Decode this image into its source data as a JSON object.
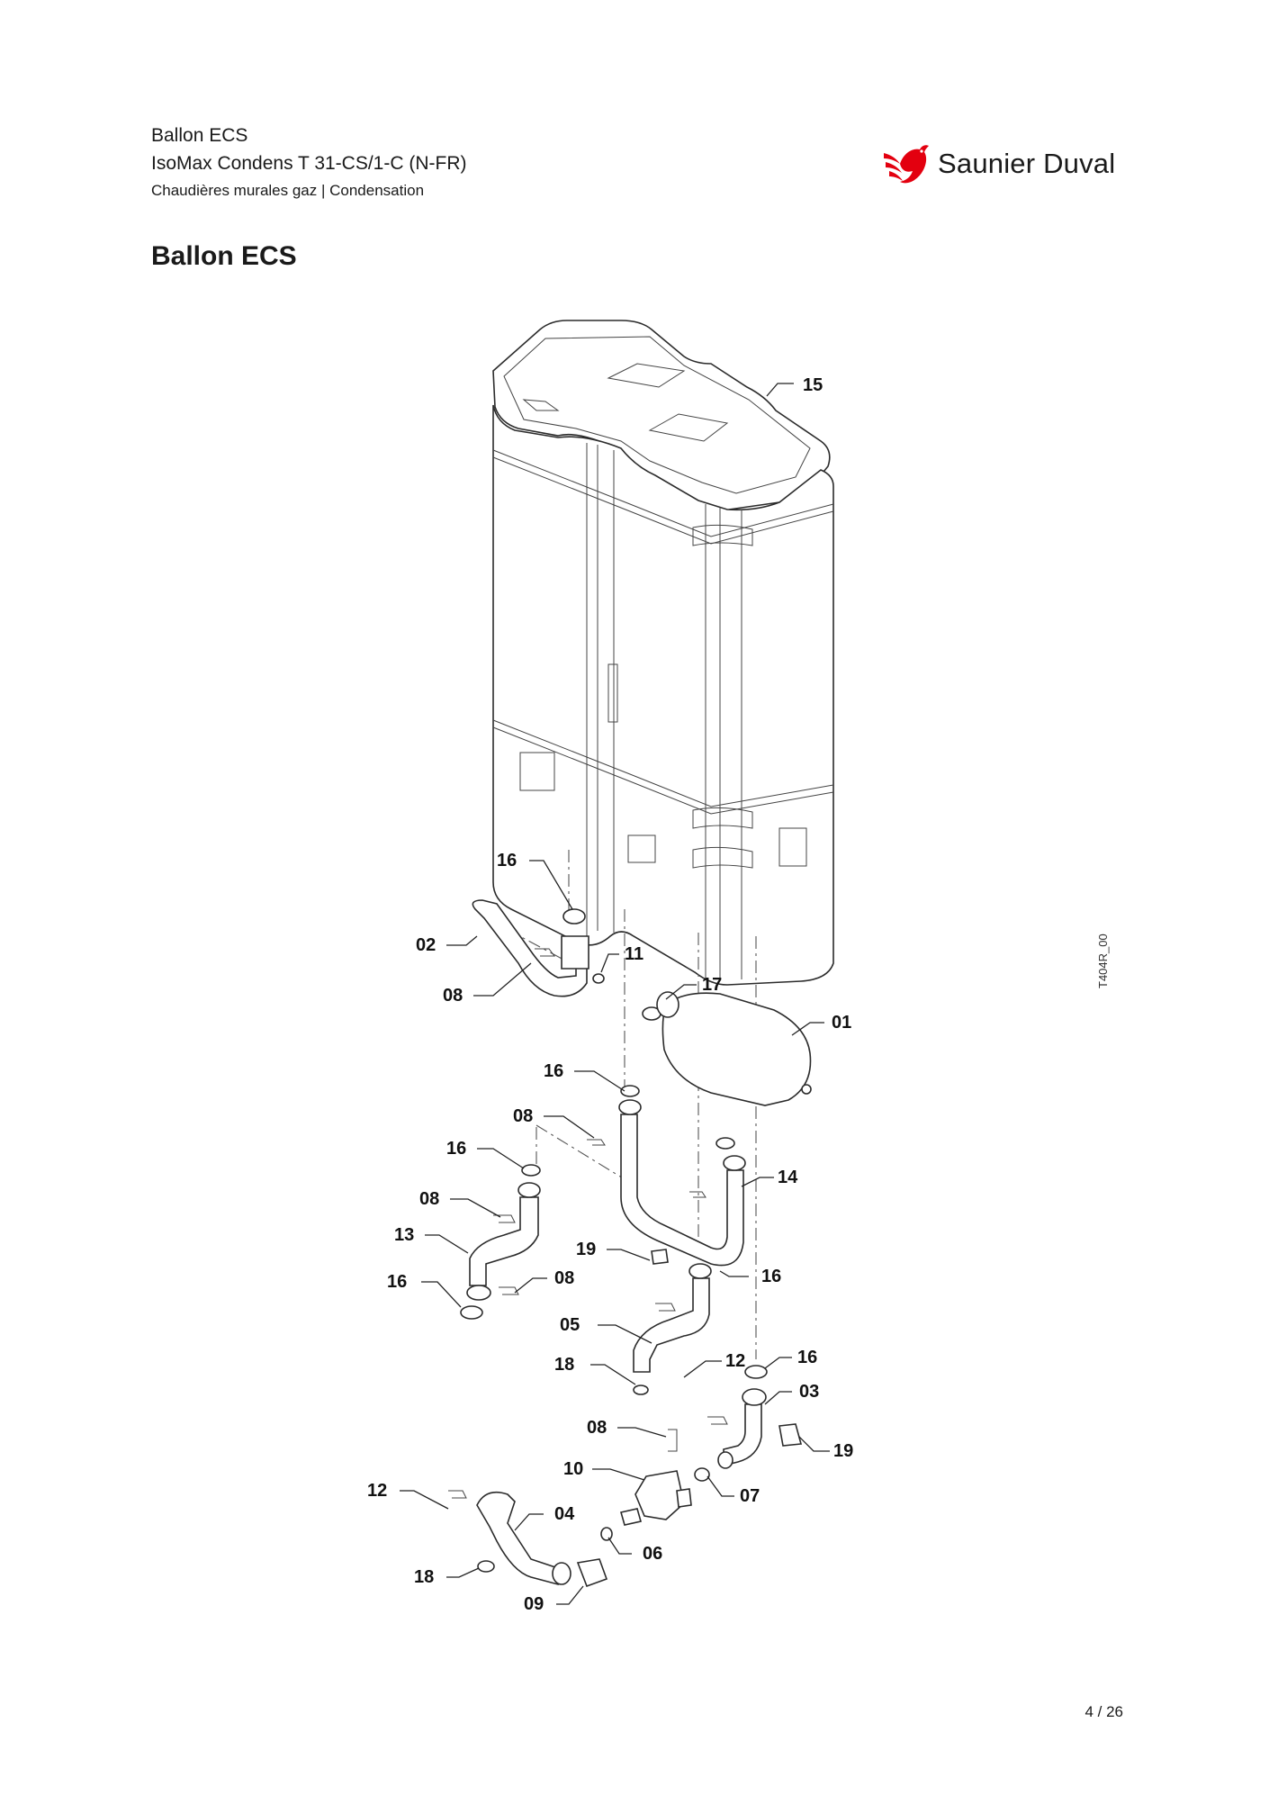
{
  "header": {
    "line1": "Ballon ECS",
    "line2": "IsoMax Condens T 31-CS/1-C (N-FR)",
    "line3": "Chaudières murales gaz | Condensation"
  },
  "brand": {
    "name": "Saunier Duval",
    "color": "#e3000f",
    "icon": "bird-logo-icon"
  },
  "page_title": "Ballon ECS",
  "drawing_ref": "T404R_00",
  "page_number": "4 / 26",
  "callouts": {
    "c15": "15",
    "c16a": "16",
    "c02": "02",
    "c11": "11",
    "c08a": "08",
    "c17": "17",
    "c01": "01",
    "c16b": "16",
    "c08b": "08",
    "c16c": "16",
    "c14": "14",
    "c08c": "08",
    "c13": "13",
    "c19a": "19",
    "c08d": "08",
    "c16d": "16",
    "c16e": "16",
    "c05": "05",
    "c12a": "12",
    "c16f": "16",
    "c18a": "18",
    "c03": "03",
    "c08e": "08",
    "c19b": "19",
    "c10": "10",
    "c07": "07",
    "c12b": "12",
    "c04": "04",
    "c06": "06",
    "c18b": "18",
    "c09": "09"
  }
}
